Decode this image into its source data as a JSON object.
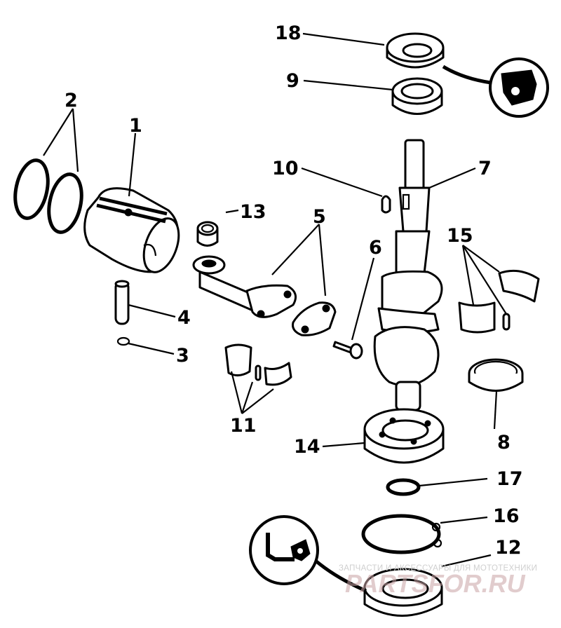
{
  "callouts": {
    "c1": "1",
    "c2": "2",
    "c3": "3",
    "c4": "4",
    "c5": "5",
    "c6": "6",
    "c7": "7",
    "c8": "8",
    "c9": "9",
    "c10": "10",
    "c11": "11",
    "c12": "12",
    "c13": "13",
    "c14": "14",
    "c15": "15",
    "c16": "16",
    "c17": "17",
    "c18": "18"
  },
  "watermark": {
    "caption": "ЗАПЧАСТИ И АКСЕССУАРЫ ДЛЯ МОТОТЕХНИКИ",
    "site": "PARTSFOR.RU"
  }
}
